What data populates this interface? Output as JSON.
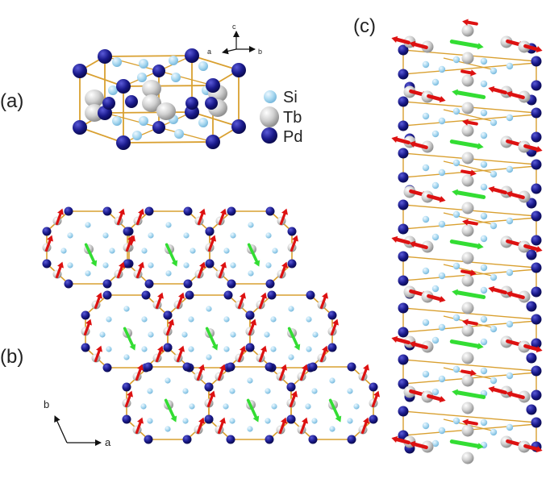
{
  "panels": {
    "a": {
      "label": "(a)"
    },
    "b": {
      "label": "(b)"
    },
    "c": {
      "label": "(c)"
    }
  },
  "legend": [
    {
      "symbol": "Si",
      "color": "#a8d8f0"
    },
    {
      "symbol": "Tb",
      "color": "#c8c8c8"
    },
    {
      "symbol": "Pd",
      "color": "#1a1a8c"
    }
  ],
  "axes_a": {
    "c": "c",
    "a": "a",
    "b": "b"
  },
  "axes_b": {
    "b": "b",
    "a": "a"
  },
  "colors": {
    "bond": "#d9a030",
    "pd": "#1a1a8c",
    "si": "#a8d8f0",
    "tb": "#c8c8c8",
    "moment_red": "#dd1111",
    "moment_green": "#33dd33"
  }
}
